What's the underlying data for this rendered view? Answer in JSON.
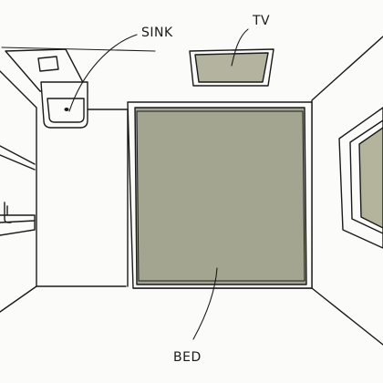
{
  "labels": {
    "sink": "SINK",
    "tv": "TV",
    "bed": "BED"
  },
  "colors": {
    "background": "#fbfbf9",
    "ink": "#1a1a1a",
    "bed_fill": "#a3a590",
    "tv_fill": "#b3b39f",
    "window_fill": "#b4b49d"
  }
}
